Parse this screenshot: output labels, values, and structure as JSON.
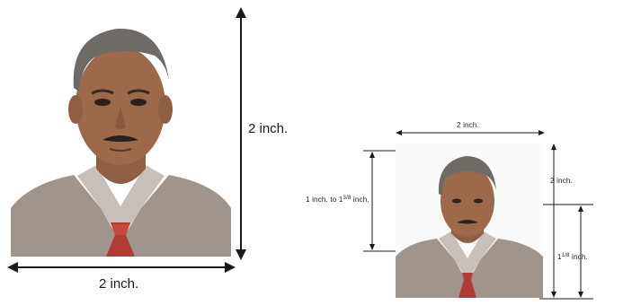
{
  "left_diagram": {
    "height_label": "2 inch.",
    "width_label": "2 inch."
  },
  "right_diagram": {
    "top_width_label": "2 inch.",
    "right_height_label": "2 inch.",
    "head_height_label_main": "1 inch. to 1",
    "head_height_label_sup": "3/8",
    "head_height_label_tail": " inch.",
    "eye_height_label_main": "1",
    "eye_height_label_sup": "1/8",
    "eye_height_label_tail": " inch."
  },
  "colors": {
    "suit": "#9a8f87",
    "shirt": "#c9c1ba",
    "tie": "#b23a35",
    "skin": "#9a6a4a",
    "hair": "#6d6a66",
    "line": "#1a1a1a"
  }
}
